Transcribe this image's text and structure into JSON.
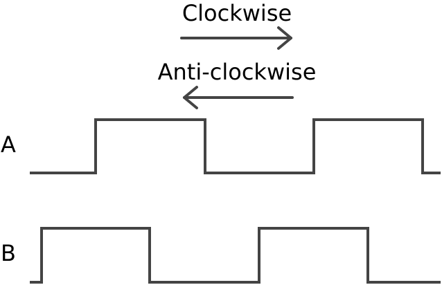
{
  "directions": {
    "clockwise": "Clockwise",
    "anticlockwise": "Anti-clockwise"
  },
  "channels": [
    {
      "label": "A",
      "levels": [
        0,
        1,
        0,
        1,
        0
      ]
    },
    {
      "label": "B",
      "levels": [
        0,
        1,
        0,
        1,
        0
      ]
    }
  ],
  "colors": {
    "stroke": "#444444",
    "text": "#000000",
    "background": "#ffffff"
  }
}
